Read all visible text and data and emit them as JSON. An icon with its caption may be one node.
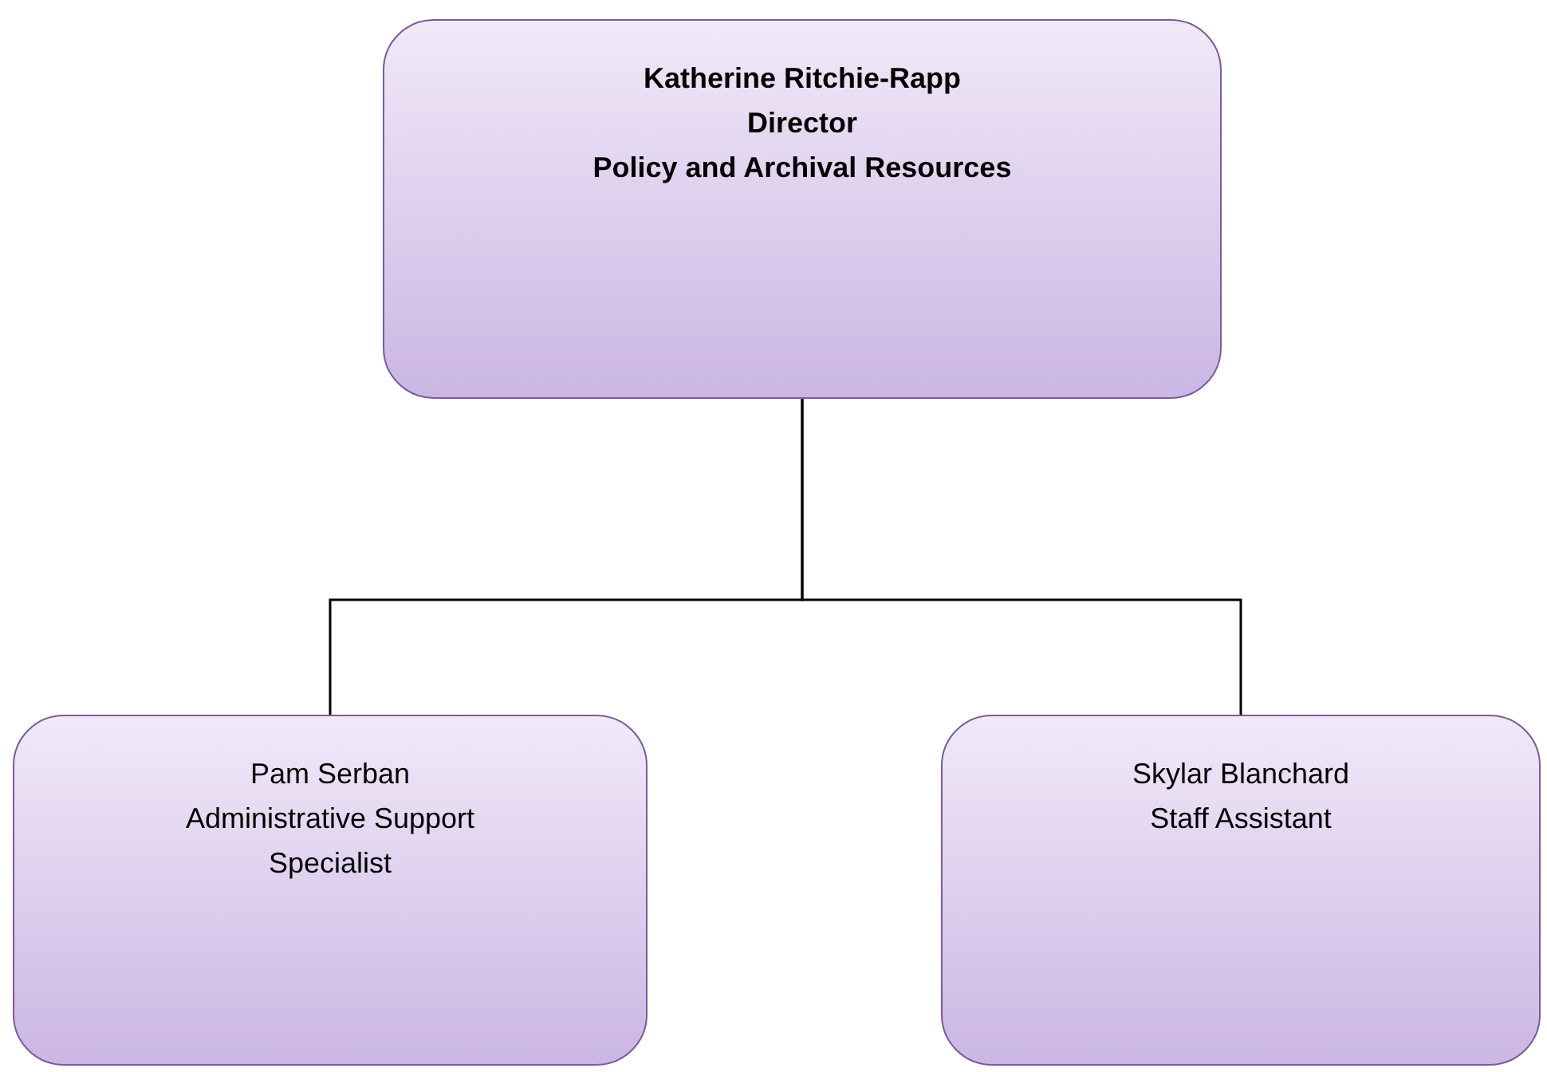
{
  "diagram": {
    "nodes": [
      {
        "text": [
          "Katherine Ritchie-Rapp",
          "Director",
          "Policy and Archival Resources"
        ]
      },
      {
        "text": [
          "Pam Serban",
          "Administrative Support Specialist"
        ]
      },
      {
        "text": [
          "Skylar Blanchard",
          "Staff Assistant"
        ]
      }
    ],
    "edges": [
      {
        "from": 0,
        "to": 1,
        "arrow": "none"
      },
      {
        "from": 0,
        "to": 2,
        "arrow": "none"
      }
    ]
  }
}
